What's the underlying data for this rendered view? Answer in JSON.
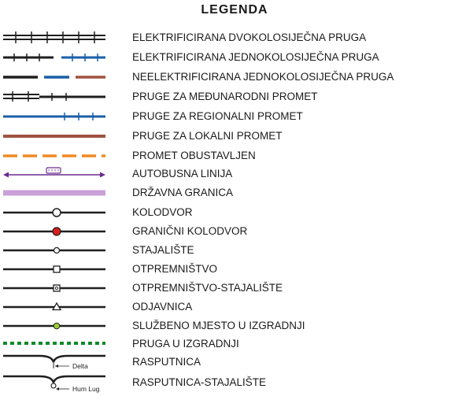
{
  "title": "LEGENDA",
  "colors": {
    "black": "#1f1f1f",
    "blue": "#1a5fa8",
    "brown": "#a0533f",
    "orange": "#f08a24",
    "purple": "#6a2c8e",
    "lilac": "#c9a0d8",
    "red": "#d81e1e",
    "green_dash": "#0e8a2a",
    "lime": "#9acd32"
  },
  "items": [
    {
      "icon": "double-track-electrified-line",
      "label": "ELEKTRIFICIRANA DVOKOLOSIJEČNA PRUGA"
    },
    {
      "icon": "single-track-electrified-line",
      "label": "ELEKTRIFICIRANA JEDNOKOLOSIJEČNA PRUGA"
    },
    {
      "icon": "single-track-non-electrified-line",
      "label": "NEELEKTRIFICIRANA JEDNOKOLOSIJEČNA PRUGA"
    },
    {
      "icon": "international-line",
      "label": "PRUGE ZA MEĐUNARODNI PROMET"
    },
    {
      "icon": "regional-line",
      "label": "PRUGE ZA REGIONALNI PROMET"
    },
    {
      "icon": "local-line",
      "label": "PRUGE ZA LOKALNI PROMET"
    },
    {
      "icon": "suspended-traffic-line",
      "label": "PROMET OBUSTAVLJEN"
    },
    {
      "icon": "bus-line",
      "label": "AUTOBUSNA LINIJA"
    },
    {
      "icon": "state-border-line",
      "label": "DRŽAVNA GRANICA"
    },
    {
      "icon": "station-icon",
      "label": "KOLODVOR"
    },
    {
      "icon": "border-station-icon",
      "label": "GRANIČNI KOLODVOR"
    },
    {
      "icon": "stop-icon",
      "label": "STAJALIŠTE"
    },
    {
      "icon": "dispatch-icon",
      "label": "OTPREMNIŠTVO"
    },
    {
      "icon": "dispatch-stop-icon",
      "label": "OTPREMNIŠTVO-STAJALIŠTE"
    },
    {
      "icon": "signal-box-icon",
      "label": "ODJAVNICA"
    },
    {
      "icon": "official-place-under-construction-icon",
      "label": "SLUŽBENO MJESTO U IZGRADNJI"
    },
    {
      "icon": "line-under-construction",
      "label": "PRUGA U IZGRADNJI"
    },
    {
      "icon": "junction-icon",
      "label": "RASPUTNICA",
      "sample_name": "Delta"
    },
    {
      "icon": "junction-stop-icon",
      "label": "RASPUTNICA-STAJALIŠTE",
      "sample_name": "Hum Lug"
    }
  ]
}
